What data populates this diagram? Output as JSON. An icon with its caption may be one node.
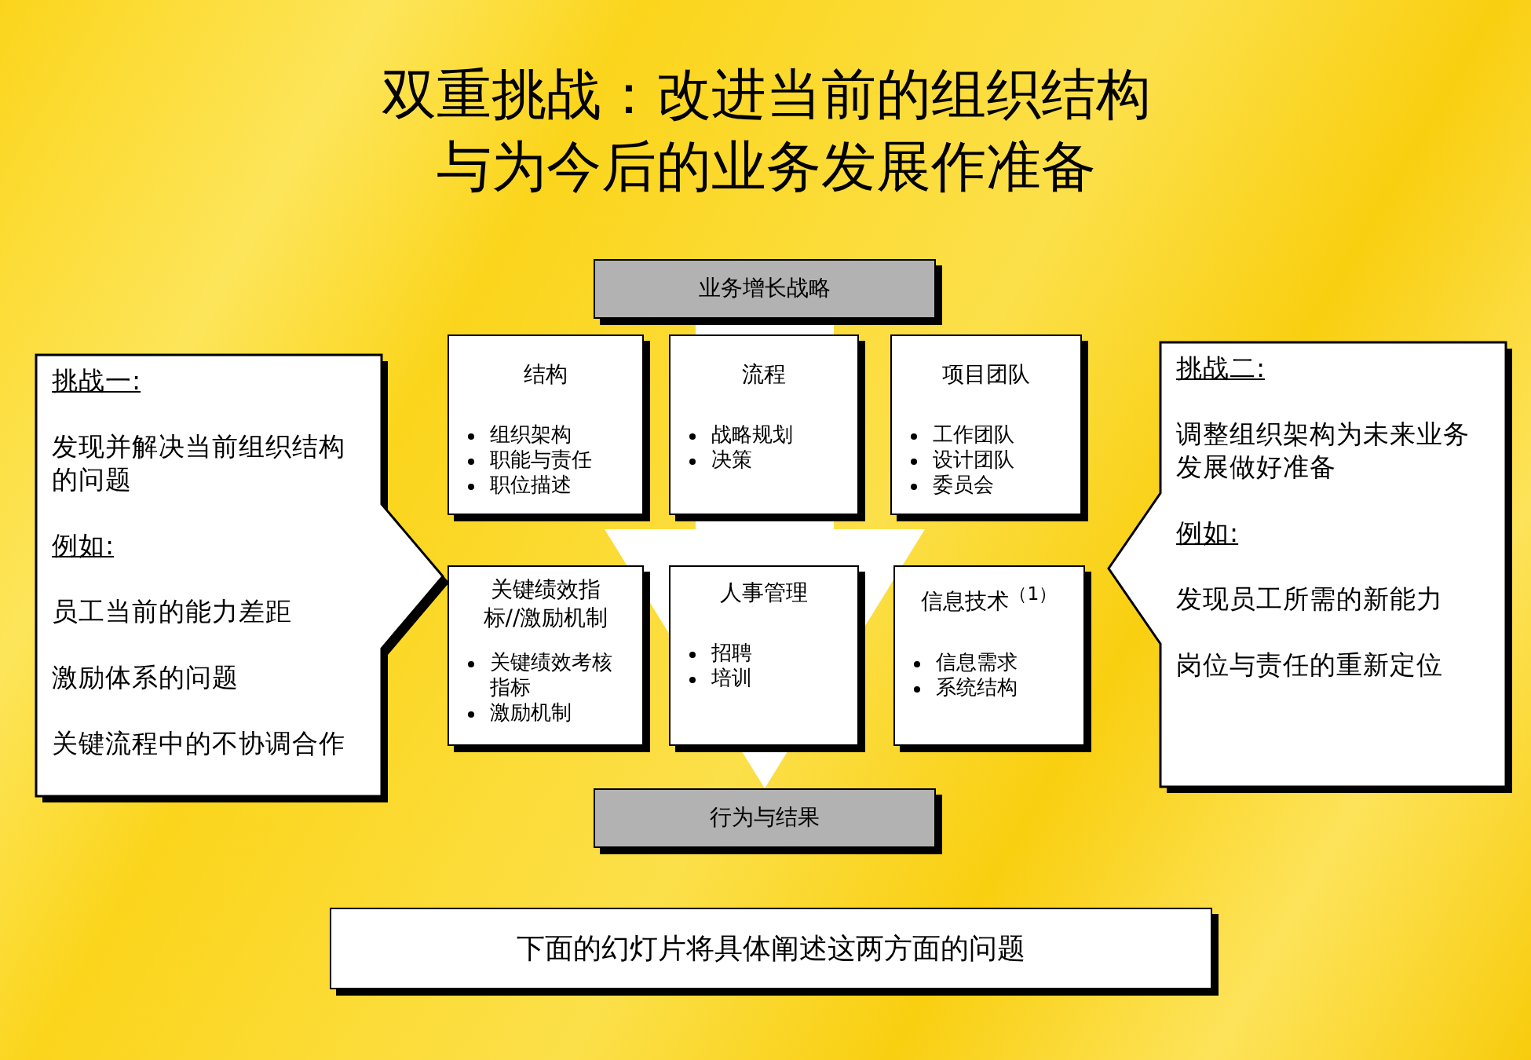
{
  "diagram": {
    "title": "双重挑战：改进当前的组织结构与为今后的业务发展作准备",
    "nodes": [
      {
        "text": [
          "业务增长战略"
        ]
      },
      {
        "text": [
          "结构",
          "组织架构",
          "职能与责任",
          "职位描述"
        ]
      },
      {
        "text": [
          "流程",
          "战略规划",
          "决策"
        ]
      },
      {
        "text": [
          "项目团队",
          "工作团队",
          "设计团队",
          "委员会"
        ]
      },
      {
        "text": [
          "关键绩效指标//激励机制",
          "关键绩效考核指标",
          "激励机制"
        ]
      },
      {
        "text": [
          "人事管理",
          "招聘",
          "培训"
        ]
      },
      {
        "text": [
          "信息技术$^{（1）}$",
          "信息需求",
          "系统结构"
        ]
      },
      {
        "text": [
          "行为与结果"
        ]
      },
      {
        "text": [
          "挑战一:",
          "发现并解决当前组织结构的问题",
          "例如:",
          "员工当前的能力差距",
          "激励体系的问题",
          "关键流程中的不协调合作"
        ]
      },
      {
        "text": [
          "挑战二:",
          "调整组织架构为未来业务发展做好准备",
          "例如:",
          "发现员工所需的新能力",
          "岗位与责任的重新定位"
        ]
      },
      {
        "text": [
          "下面的幻灯片将具体阐述这两方面的问题"
        ]
      }
    ],
    "edges": [
      {
        "from": 0,
        "to": 7,
        "arrow": "to"
      }
    ]
  }
}
